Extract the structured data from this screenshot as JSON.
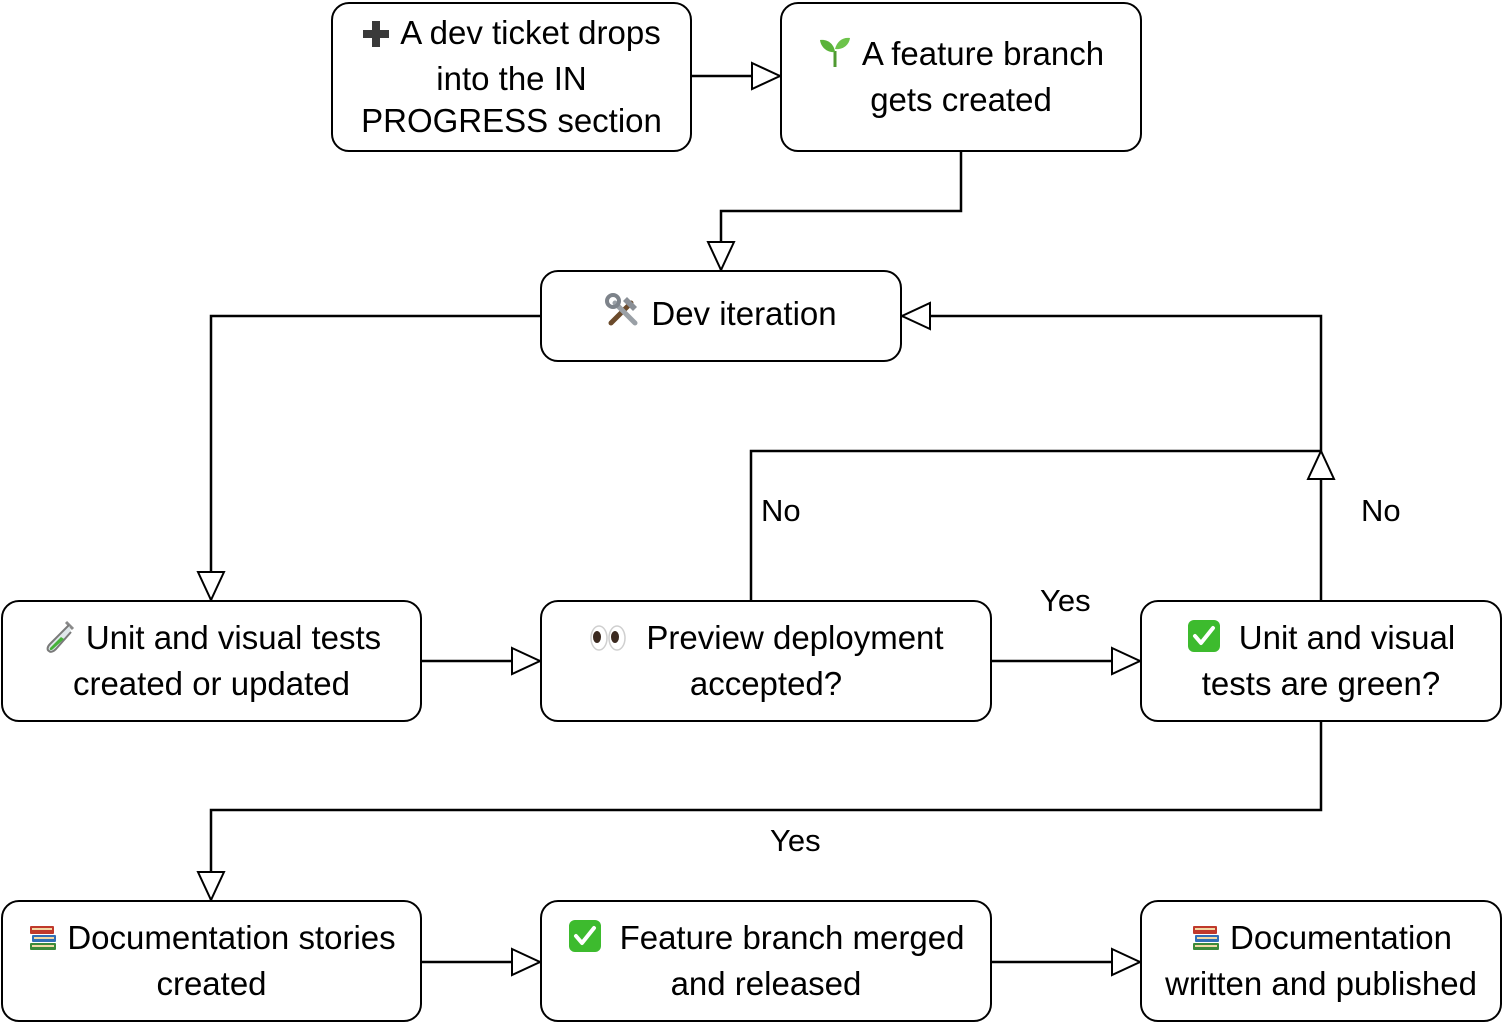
{
  "nodes": {
    "ticket": {
      "text": "A dev ticket drops into the IN PROGRESS section",
      "icon": "plus-icon"
    },
    "branch": {
      "text": "A feature branch gets created",
      "icon": "seedling-icon"
    },
    "dev": {
      "text": "Dev iteration",
      "icon": "tools-icon"
    },
    "tests": {
      "text": "Unit and visual tests created or updated",
      "icon": "test-tube-icon"
    },
    "preview": {
      "text": "Preview deployment accepted?",
      "icon": "eyes-icon"
    },
    "green": {
      "text": "Unit and visual tests are green?",
      "icon": "check-icon"
    },
    "docs_stories": {
      "text": "Documentation stories created",
      "icon": "books-icon"
    },
    "merged": {
      "text": "Feature branch merged and released",
      "icon": "check-icon"
    },
    "docs_published": {
      "text": "Documentation written and published",
      "icon": "books-icon"
    }
  },
  "edge_labels": {
    "preview_no": "No",
    "preview_yes": "Yes",
    "green_no": "No",
    "green_yes": "Yes"
  },
  "colors": {
    "line": "#000000",
    "check": "#3dbb2e",
    "seedling": "#5ab33a"
  }
}
